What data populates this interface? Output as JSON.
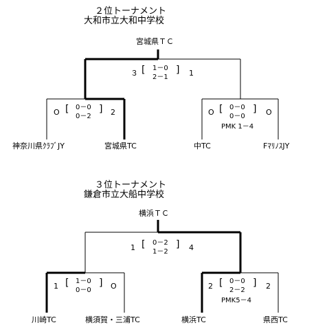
{
  "t2": {
    "title": "２位トーナメント",
    "venue": "大和市立大和中学校",
    "winner": "宮城県ＴＣ",
    "final": {
      "left_total": "３",
      "set1": "1－0",
      "set2": "2－1",
      "right_total": "1"
    },
    "semi_left": {
      "left_total": "O",
      "set1": "0－0",
      "set2": "0－2",
      "right_total": "2"
    },
    "semi_right": {
      "left_total": "O",
      "set1": "0－0",
      "set2": "0－0",
      "right_total": "O",
      "pk": "PMK 1－4"
    },
    "teams": [
      "神奈川県ｸﾗﾌﾞJY",
      "宮城県TC",
      "中TC",
      "FﾏﾘﾉｽJY"
    ]
  },
  "t3": {
    "title": "３位トーナメント",
    "venue": "鎌倉市立大船中学校",
    "winner": "横浜ＴＣ",
    "final": {
      "left_total": "1",
      "set1": "0－2",
      "set2": "1－2",
      "right_total": "4"
    },
    "semi_left": {
      "left_total": "1",
      "set1": "1－0",
      "set2": "0－0",
      "right_total": "O"
    },
    "semi_right": {
      "left_total": "2",
      "set1": "0－0",
      "set2": "2－2",
      "right_total": "2",
      "pk": "PMK5－4"
    },
    "teams": [
      "川崎TC",
      "横須賀・三浦TC",
      "横浜TC",
      "県西TC"
    ]
  }
}
